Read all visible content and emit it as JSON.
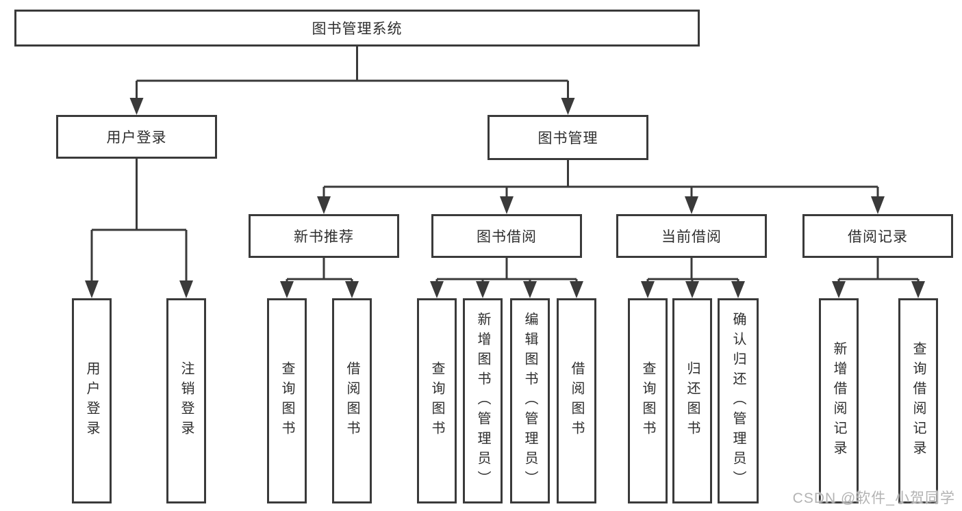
{
  "tree": {
    "root": {
      "label": "图书管理系统"
    },
    "branches": [
      {
        "label": "用户登录",
        "children": [
          {
            "label": "用户登录"
          },
          {
            "label": "注销登录"
          }
        ]
      },
      {
        "label": "图书管理",
        "children": [
          {
            "label": "新书推荐",
            "children": [
              {
                "label": "查询图书"
              },
              {
                "label": "借阅图书"
              }
            ]
          },
          {
            "label": "图书借阅",
            "children": [
              {
                "label": "查询图书"
              },
              {
                "label": "新增图书（管理员）"
              },
              {
                "label": "编辑图书（管理员）"
              },
              {
                "label": "借阅图书"
              }
            ]
          },
          {
            "label": "当前借阅",
            "children": [
              {
                "label": "查询图书"
              },
              {
                "label": "归还图书"
              },
              {
                "label": "确认归还（管理员）"
              }
            ]
          },
          {
            "label": "借阅记录",
            "children": [
              {
                "label": "新增借阅记录"
              },
              {
                "label": "查询借阅记录"
              }
            ]
          }
        ]
      }
    ]
  },
  "watermark": {
    "text": "CSDN @软件_小贺同学"
  },
  "colors": {
    "line": "#3a3a3a",
    "box_border": "#3a3a3a",
    "text": "#2e2e2e",
    "watermark": "#b3b3b3",
    "background": "#ffffff"
  }
}
